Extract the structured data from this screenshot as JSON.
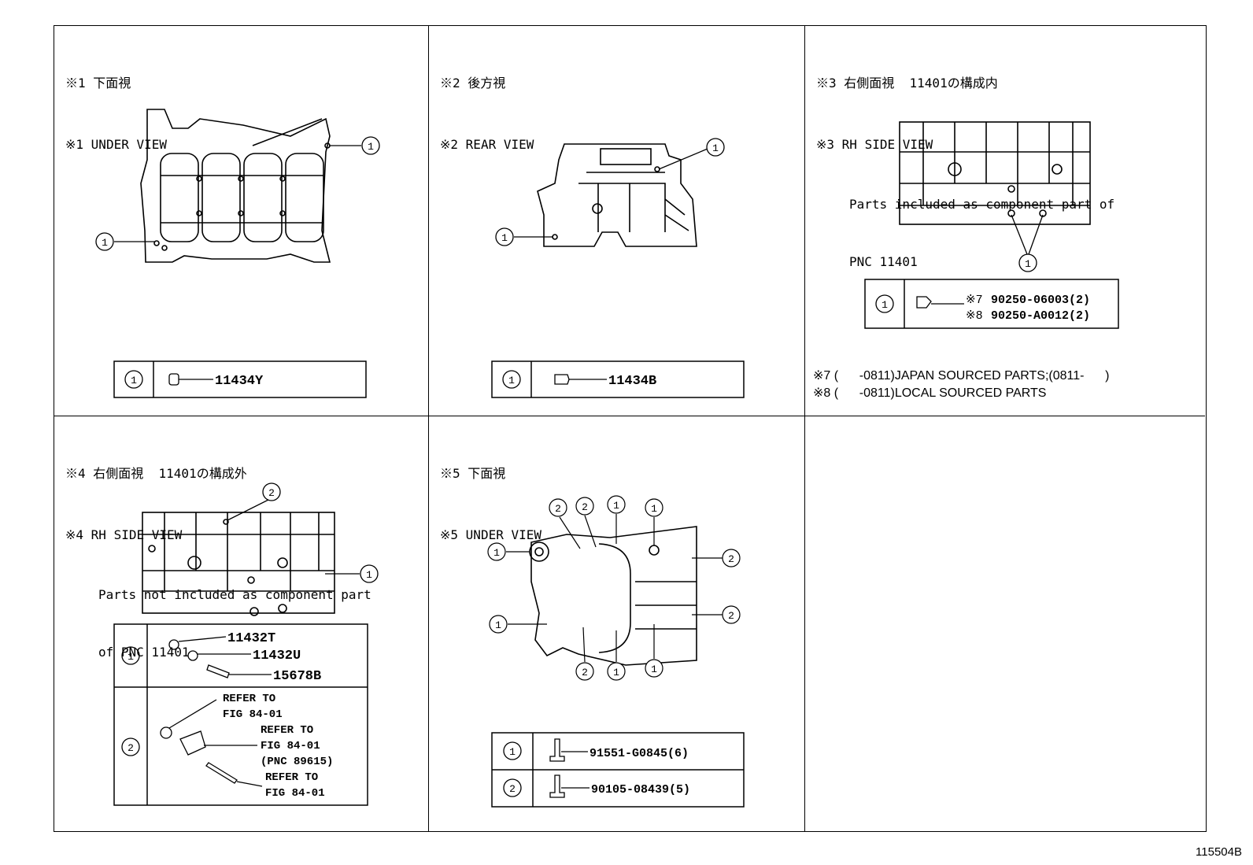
{
  "panels": {
    "p1": {
      "line1": "※1 下面視",
      "line2": "※1 UNDER VIEW",
      "part": "11434Y",
      "item": "1"
    },
    "p2": {
      "line1": "※2 後方視",
      "line2": "※2 REAR VIEW",
      "part": "11434B",
      "item": "1"
    },
    "p3": {
      "line1": "※3 右側面視  11401の構成内",
      "line2": "※3 RH SIDE VIEW",
      "line3": "Parts included as component part of",
      "line4": "PNC 11401",
      "item": "1",
      "ref1": "※7",
      "part1": "90250-06003(2)",
      "ref2": "※8",
      "part2": "90250-A0012(2)",
      "note1": "※7 (      -0811)JAPAN SOURCED PARTS;(0811-      )",
      "note2": "※8 (      -0811)LOCAL SOURCED PARTS"
    },
    "p4": {
      "line1": "※4 右側面視  11401の構成外",
      "line2": "※4 RH SIDE VIEW",
      "line3": "Parts not included as component part",
      "line4": "of PNC 11401",
      "item1": "1",
      "item2": "2",
      "partA": "11432T",
      "partB": "11432U",
      "partC": "15678B",
      "r1a": "REFER TO",
      "r1b": "FIG 84-01",
      "r2a": "REFER TO",
      "r2b": "FIG 84-01",
      "r2c": "(PNC 89615)",
      "r3a": "REFER TO",
      "r3b": "FIG 84-01"
    },
    "p5": {
      "line1": "※5 下面視",
      "line2": "※5 UNDER VIEW",
      "item1": "1",
      "item2": "2",
      "part1": "91551-G0845(6)",
      "part2": "90105-08439(5)"
    }
  },
  "figure_id": "115504B"
}
